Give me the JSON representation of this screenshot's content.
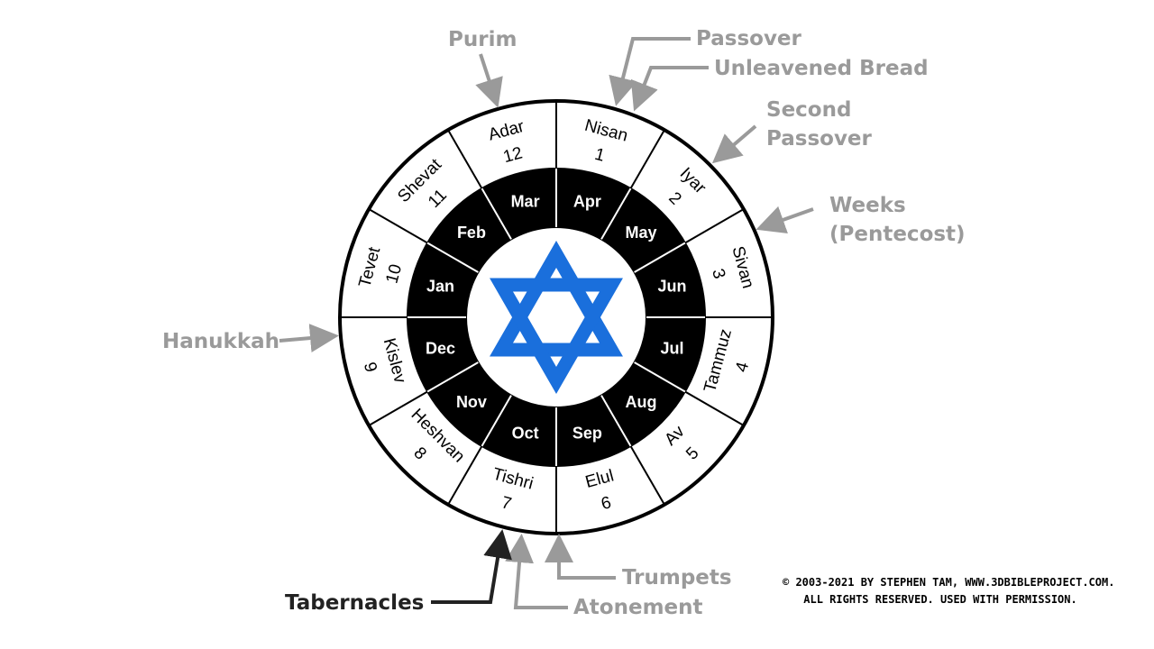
{
  "credit": {
    "line1": "© 2003-2021 BY STEPHEN TAM, WWW.3DBIBLEPROJECT.COM.",
    "line2": "ALL RIGHTS RESERVED. USED WITH PERMISSION."
  },
  "months": [
    {
      "number": "1",
      "hebrew": "Nisan",
      "gregorian": "Apr"
    },
    {
      "number": "2",
      "hebrew": "Iyar",
      "gregorian": "May"
    },
    {
      "number": "3",
      "hebrew": "Sivan",
      "gregorian": "Jun"
    },
    {
      "number": "4",
      "hebrew": "Tammuz",
      "gregorian": "Jul"
    },
    {
      "number": "5",
      "hebrew": "Av",
      "gregorian": "Aug"
    },
    {
      "number": "6",
      "hebrew": "Elul",
      "gregorian": "Sep"
    },
    {
      "number": "7",
      "hebrew": "Tishri",
      "gregorian": "Oct"
    },
    {
      "number": "8",
      "hebrew": "Heshvan",
      "gregorian": "Nov"
    },
    {
      "number": "9",
      "hebrew": "Kislev",
      "gregorian": "Dec"
    },
    {
      "number": "10",
      "hebrew": "Tevet",
      "gregorian": "Jan"
    },
    {
      "number": "11",
      "hebrew": "Shevat",
      "gregorian": "Feb"
    },
    {
      "number": "12",
      "hebrew": "Adar",
      "gregorian": "Mar"
    }
  ],
  "feasts": [
    {
      "id": "purim",
      "label": "Purim",
      "color": "#9a9a9a"
    },
    {
      "id": "passover",
      "label": "Passover",
      "color": "#9a9a9a"
    },
    {
      "id": "unleavened",
      "label": "Unleavened Bread",
      "color": "#9a9a9a"
    },
    {
      "id": "second-passover",
      "label": "Second",
      "label2": "Passover",
      "color": "#9a9a9a"
    },
    {
      "id": "weeks",
      "label": "Weeks",
      "label2": "(Pentecost)",
      "color": "#9a9a9a"
    },
    {
      "id": "hanukkah",
      "label": "Hanukkah",
      "color": "#9a9a9a"
    },
    {
      "id": "trumpets",
      "label": "Trumpets",
      "color": "#9a9a9a"
    },
    {
      "id": "atonement",
      "label": "Atonement",
      "color": "#9a9a9a"
    },
    {
      "id": "tabernacles",
      "label": "Tabernacles",
      "color": "#222222"
    }
  ],
  "colors": {
    "star": "#1a6fdc",
    "inner_ring": "#000000",
    "feast_gray": "#9a9a9a",
    "feast_dark": "#222222"
  }
}
